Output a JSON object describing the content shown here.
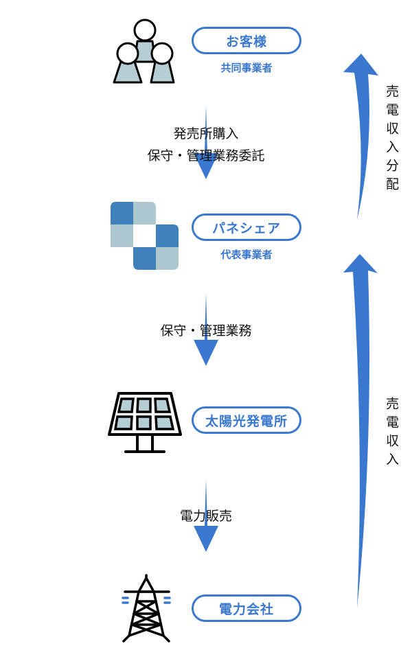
{
  "colors": {
    "accent": "#3a78d0",
    "icon_fill": "#b5ced4",
    "logo_dark": "#4080bb",
    "logo_light": "#acc7cd",
    "text": "#111111"
  },
  "nodes": [
    {
      "id": "customer",
      "icon": "people-group-icon",
      "label": "お客様",
      "sublabel": "共同事業者"
    },
    {
      "id": "paneshare",
      "icon": "paneshare-logo-icon",
      "label": "パネシェア",
      "sublabel": "代表事業者"
    },
    {
      "id": "solar",
      "icon": "solar-panel-icon",
      "label": "太陽光発電所",
      "sublabel": ""
    },
    {
      "id": "utility",
      "icon": "transmission-tower-icon",
      "label": "電力会社",
      "sublabel": ""
    }
  ],
  "down_flows": [
    {
      "from": "customer",
      "to": "paneshare",
      "lines": [
        "発売所購入",
        "保守・管理業務委託"
      ]
    },
    {
      "from": "paneshare",
      "to": "solar",
      "lines": [
        "保守・管理業務"
      ]
    },
    {
      "from": "solar",
      "to": "utility",
      "lines": [
        "電力販売"
      ]
    }
  ],
  "up_flows": [
    {
      "from": "paneshare",
      "to": "customer",
      "label": "売電収入分配"
    },
    {
      "from": "utility",
      "to": "paneshare",
      "label": "売電収入"
    }
  ]
}
